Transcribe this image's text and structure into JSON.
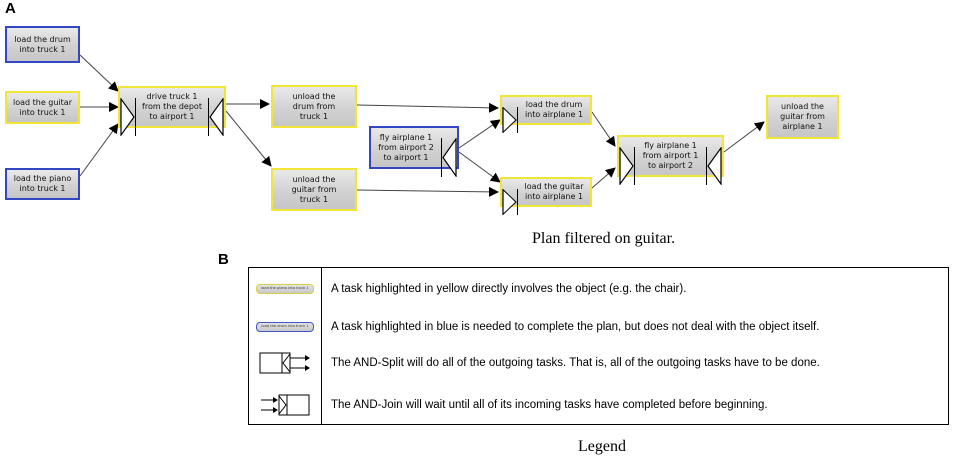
{
  "panels": {
    "a": "A",
    "b": "B"
  },
  "tasks": {
    "load_drum": "load the drum\ninto truck 1",
    "load_guitar": "load the guitar\ninto truck 1",
    "load_piano": "load the piano\ninto truck 1",
    "drive_truck": "drive truck 1\nfrom the depot\nto airport 1",
    "unload_drum_truck": "unload the\ndrum from\ntruck 1",
    "unload_guitar_truck": "unload the\nguitar from\ntruck 1",
    "fly_airplane_2_1": "fly airplane 1\nfrom airport 2\nto airport 1",
    "load_drum_airplane": "load the drum\ninto airplane 1",
    "load_guitar_airplane": "load the guitar\ninto airplane 1",
    "fly_airplane_1_2": "fly airplane 1\nfrom airport 1\nto airport 2",
    "unload_guitar_airplane": "unload the\nguitar from\nairplane 1"
  },
  "captions": {
    "plan": "Plan filtered on guitar.",
    "legend": "Legend"
  },
  "legend": {
    "yellow_sample": "load the piano into truck 1",
    "blue_sample": "load the drum into truck 1",
    "yellow_text": "A task highlighted in yellow directly involves the object (e.g. the chair).",
    "blue_text": "A task highlighted in blue is needed to complete the plan, but does not deal with the object itself.",
    "split_text": "The AND-Split will do all of the outgoing tasks. That is, all of the outgoing tasks have to be done.",
    "join_text": "The AND-Join will wait until all of its incoming tasks have completed before beginning."
  },
  "colors": {
    "yellow_border": "#f2e53a",
    "blue_border": "#3147c4"
  }
}
